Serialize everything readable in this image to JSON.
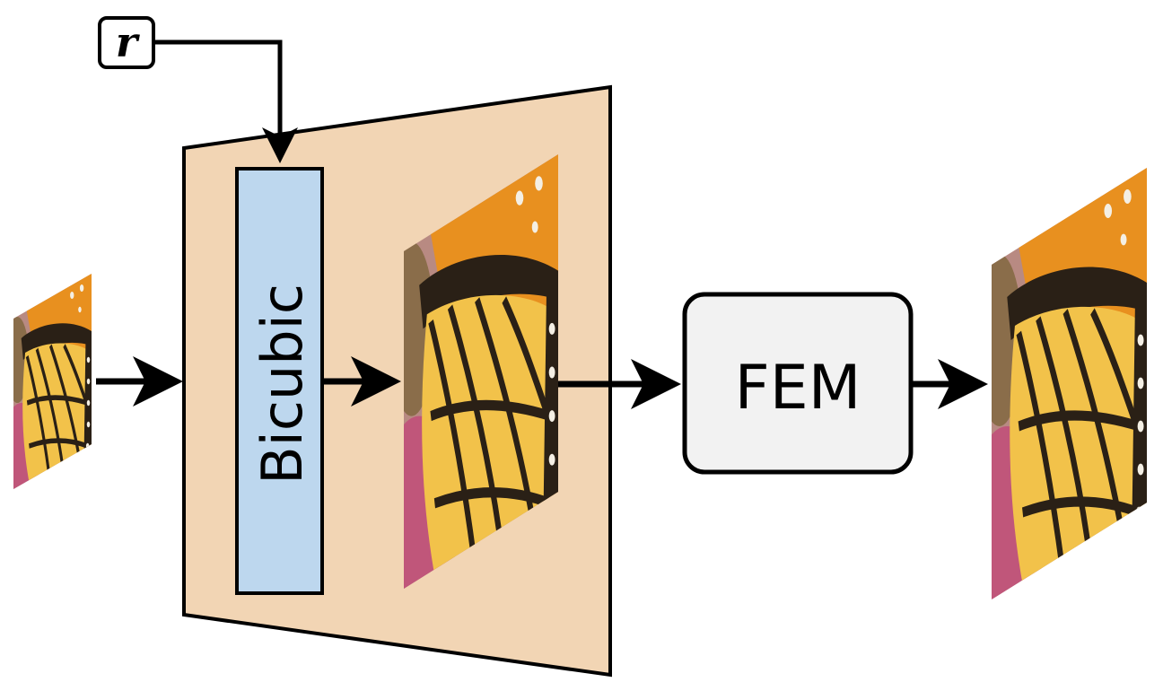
{
  "input_label": "r",
  "upsample_block": {
    "label": "Bicubic",
    "fill_color": "#f2d5b4",
    "inner_fill_color": "#bdd7ee"
  },
  "fem_block": {
    "label": "FEM",
    "fill_color": "#f2f2f2"
  },
  "images": {
    "input_image": "butterfly-image",
    "upsampled_image": "butterfly-image",
    "output_image": "butterfly-image"
  }
}
